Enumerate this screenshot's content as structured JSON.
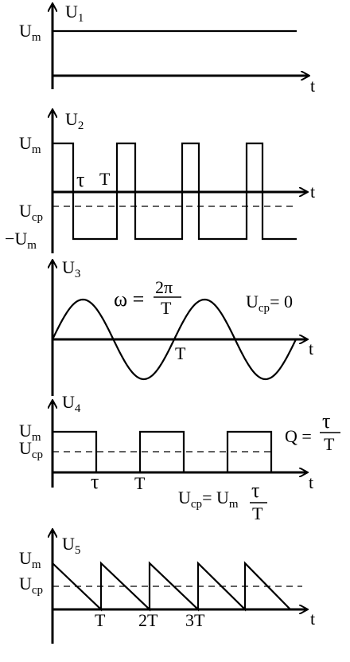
{
  "t": "t",
  "p1": {
    "axis": "U",
    "axis_sub": "1",
    "um": "U",
    "um_sub": "m"
  },
  "p2": {
    "axis": "U",
    "axis_sub": "2",
    "um": "U",
    "um_sub": "m",
    "tau": "τ",
    "T": "T",
    "ucp": "U",
    "ucp_sub": "cp",
    "neg_um": "−U",
    "neg_um_sub": "m"
  },
  "p3": {
    "axis": "U",
    "axis_sub": "3",
    "omega": "ω =",
    "num": "2π",
    "den": "T",
    "ucp": "U",
    "ucp_sub": "cp",
    "ucp_val": "= 0",
    "T": "T"
  },
  "p4": {
    "axis": "U",
    "axis_sub": "4",
    "um": "U",
    "um_sub": "m",
    "ucp": "U",
    "ucp_sub": "cp",
    "q": "Q =",
    "q_num": "τ",
    "q_den": "T",
    "tau": "τ",
    "T": "T",
    "f_ucp": "U",
    "f_ucp_sub": "cp",
    "f_eq": "= U",
    "f_um_sub": "m",
    "f_num": "τ",
    "f_den": "T"
  },
  "p5": {
    "axis": "U",
    "axis_sub": "5",
    "um": "U",
    "um_sub": "m",
    "ucp": "U",
    "ucp_sub": "cp",
    "T1": "T",
    "T2": "2T",
    "T3": "3T"
  }
}
